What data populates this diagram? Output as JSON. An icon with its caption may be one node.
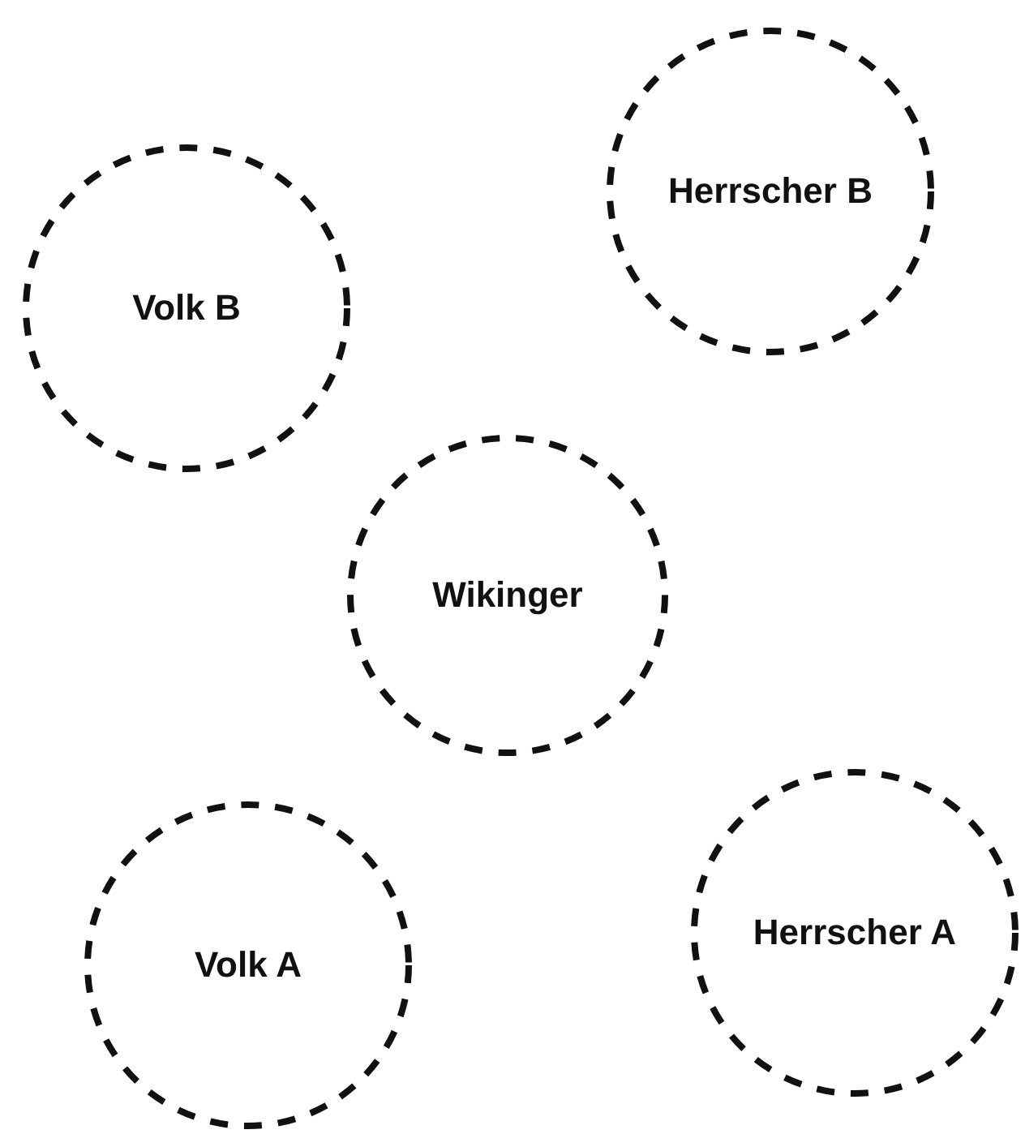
{
  "diagram": {
    "nodes": [
      {
        "text": [
          "Herrscher B"
        ]
      },
      {
        "text": [
          "Volk B"
        ]
      },
      {
        "text": [
          "Wikinger"
        ]
      },
      {
        "text": [
          "Volk A"
        ]
      },
      {
        "text": [
          "Herrscher A"
        ]
      }
    ]
  }
}
